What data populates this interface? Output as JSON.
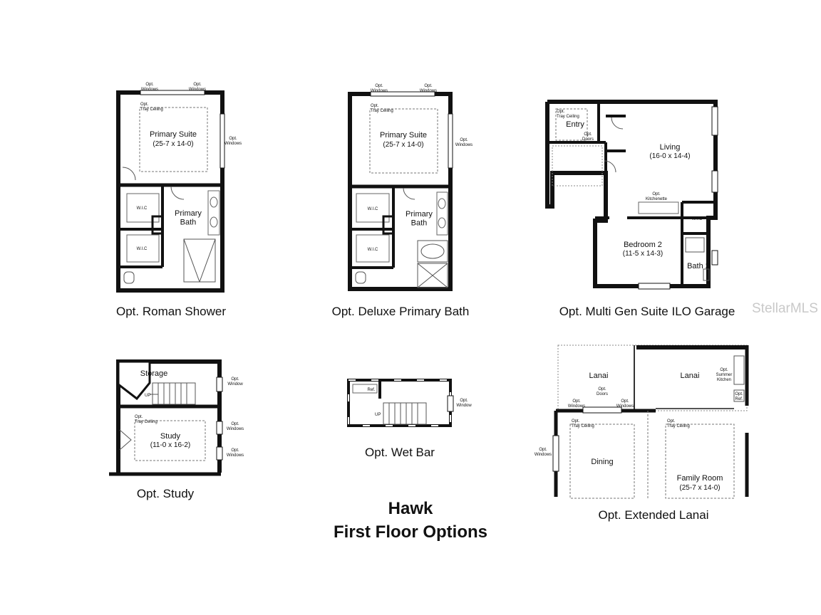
{
  "title": {
    "line1": "Hawk",
    "line2": "First Floor Options"
  },
  "watermark": "StellarMLS",
  "roman": {
    "caption": "Opt. Roman Shower",
    "opt_windows": "Opt.\nWindows",
    "tray_ceiling": "Opt.\nTray Ceiling",
    "primary_suite": "Primary Suite",
    "suite_dims": "(25-7 x 14-0)",
    "wic": "W.I.C",
    "primary_bath": "Primary\nBath"
  },
  "deluxe": {
    "caption": "Opt. Deluxe Primary Bath",
    "opt_windows": "Opt.\nWindows",
    "tray_ceiling": "Opt.\nTray Ceiling",
    "primary_suite": "Primary Suite",
    "suite_dims": "(25-7 x 14-0)",
    "wic": "W.I.C",
    "primary_bath": "Primary\nBath"
  },
  "multigen": {
    "caption": "Opt. Multi Gen Suite ILO Garage",
    "tray_ceiling": "Opt.\nTray Ceiling",
    "entry": "Entry",
    "opt_doors": "Opt.\nDoors",
    "living": "Living",
    "living_dims": "(16-0 x 14-4)",
    "kitchenette": "Opt.\nKitchenette",
    "wic": "W.I.C",
    "bedroom2": "Bedroom 2",
    "bedroom2_dims": "(11-5 x 14-3)",
    "bath2": "Bath 2"
  },
  "study": {
    "caption": "Opt. Study",
    "storage": "Storage",
    "up": "UP",
    "opt_window": "Opt.\nWindow",
    "tray_ceiling": "Opt.\nTray Ceiling",
    "study_label": "Study",
    "study_dims": "(11-0 x 16-2)",
    "opt_windows": "Opt.\nWindows"
  },
  "wetbar": {
    "caption": "Opt. Wet Bar",
    "ref": "Ref.",
    "up": "UP",
    "opt_window": "Opt.\nWindow"
  },
  "lanai": {
    "caption": "Opt. Extended Lanai",
    "lanai": "Lanai",
    "opt_doors": "Opt.\nDoors",
    "opt_windows": "Opt.\nWindows",
    "summer_kitchen": "Opt.\nSummer\nKitchen",
    "opt_ref": "Opt.\nRef.",
    "tray_ceiling": "Opt.\nTray Ceiling",
    "dining": "Dining",
    "family_room": "Family Room",
    "family_dims": "(25-7 x 14-0)"
  }
}
